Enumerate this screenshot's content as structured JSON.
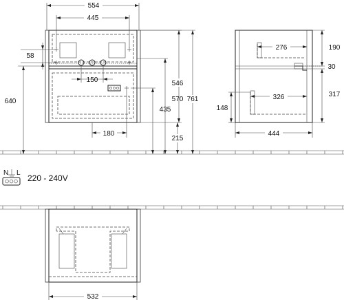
{
  "dimensions": {
    "front_width": "554",
    "inner_width": "445",
    "top_offset": "58",
    "siphon_spacing": "150",
    "siphon_offset": "180",
    "height_640": "640",
    "height_546": "546",
    "height_570": "570",
    "height_761": "761",
    "height_435": "435",
    "height_215": "215",
    "side_width": "444",
    "side_276": "276",
    "side_326": "326",
    "side_190": "190",
    "side_30": "30",
    "side_317": "317",
    "side_148": "148",
    "bottom_width": "532"
  },
  "electrical": {
    "terminals": "N",
    "terminal_l": "L",
    "voltage": "220 - 240V"
  }
}
